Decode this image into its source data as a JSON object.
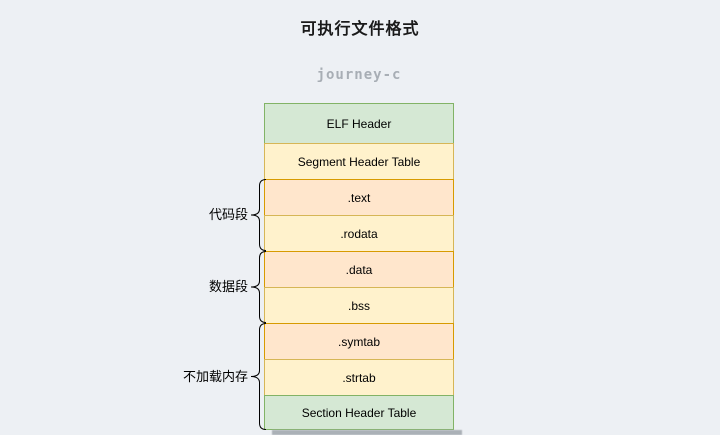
{
  "page": {
    "title": "可执行文件格式",
    "watermark": "journey-c"
  },
  "colors": {
    "background": "#edf0f4",
    "green_fill": "#d5e8d4",
    "green_border": "#82b366",
    "yellow_fill": "#fff2cc",
    "yellow_border": "#d6b656",
    "orange_fill": "#ffe6cc",
    "orange_border": "#d79b00",
    "box_text": "#000000",
    "watermark_text": "#a8aeb5",
    "shadow": "#abb1b7"
  },
  "diagram": {
    "rows": [
      {
        "label": "ELF Header",
        "style": "green"
      },
      {
        "label": "Segment Header Table",
        "style": "yellow"
      },
      {
        "label": ".text",
        "style": "orange"
      },
      {
        "label": ".rodata",
        "style": "yellow"
      },
      {
        "label": ".data",
        "style": "orange"
      },
      {
        "label": ".bss",
        "style": "yellow"
      },
      {
        "label": ".symtab",
        "style": "orange"
      },
      {
        "label": ".strtab",
        "style": "yellow"
      },
      {
        "label": "Section Header Table",
        "style": "green"
      }
    ],
    "groups": [
      {
        "label": "代码段",
        "first_row": 2,
        "last_row": 3
      },
      {
        "label": "数据段",
        "first_row": 4,
        "last_row": 5
      },
      {
        "label": "不加载内存",
        "first_row": 6,
        "last_row": 8
      }
    ]
  }
}
